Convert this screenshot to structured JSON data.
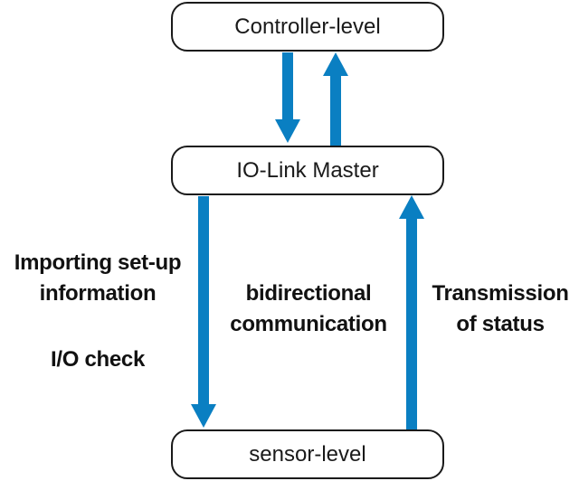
{
  "boxes": {
    "controller": "Controller-level",
    "master": "IO-Link Master",
    "sensor": "sensor-level"
  },
  "labels": {
    "import_line1": "Importing set-up",
    "import_line2": "information",
    "io_check": "I/O check",
    "bidirectional_line1": "bidirectional",
    "bidirectional_line2": "communication",
    "transmission_line1": "Transmission",
    "transmission_line2": "of status"
  },
  "colors": {
    "arrow": "#0a7fc2",
    "box_border": "#1a1a1a"
  }
}
